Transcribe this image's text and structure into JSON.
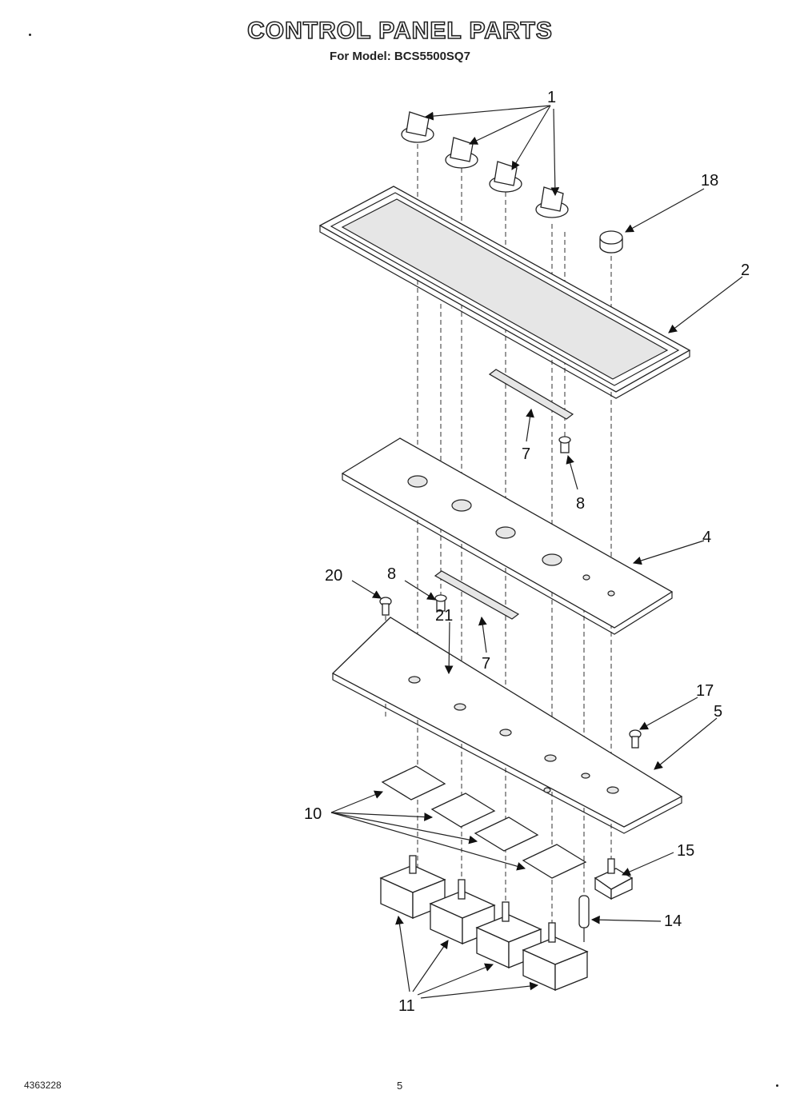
{
  "header": {
    "title": "CONTROL PANEL PARTS",
    "subtitle": "For Model: BCS5500SQ7"
  },
  "footer": {
    "doc_number": "4363228",
    "page_number": "5"
  },
  "callouts": {
    "c1": "1",
    "c2": "2",
    "c4": "4",
    "c5": "5",
    "c7a": "7",
    "c7b": "7",
    "c8a": "8",
    "c8b": "8",
    "c10": "10",
    "c11": "11",
    "c14": "14",
    "c15": "15",
    "c17": "17",
    "c18": "18",
    "c20": "20",
    "c21": "21"
  }
}
